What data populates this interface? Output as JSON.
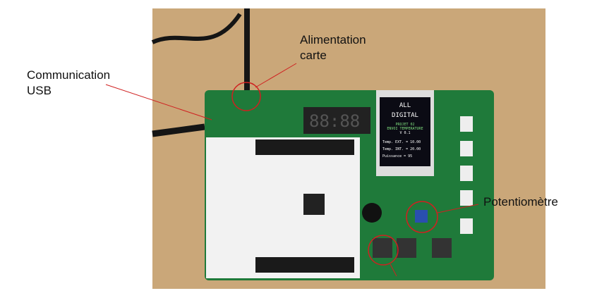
{
  "annotations": {
    "usb": {
      "line1": "Communication",
      "line2": "USB"
    },
    "power": {
      "line1": "Alimentation",
      "line2": "carte"
    },
    "pot": {
      "label": "Potentiomètre"
    }
  },
  "lcd": {
    "brand1": "ALL",
    "brand2": "DIGITAL",
    "line1": "PROJET 02",
    "line2": "ENVOI TEMPERATURE",
    "line3": "V 0.1",
    "temp_ext": "Temp. EXT. =  10.00",
    "temp_int": "Temp. INT. =  20.00",
    "puissance": "Puissance =    95"
  },
  "seven_segment": "88:88",
  "colors": {
    "annotation": "#d02020",
    "board": "#1f7a3a",
    "wood": "#c9a57a"
  }
}
